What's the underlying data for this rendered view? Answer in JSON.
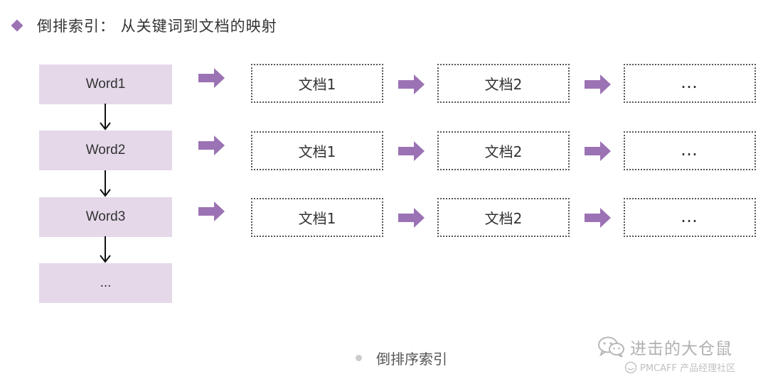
{
  "title": "倒排索引： 从关键词到文档的映射",
  "words": [
    "Word1",
    "Word2",
    "Word3",
    "..."
  ],
  "rows": [
    {
      "docs": [
        "文档1",
        "文档2",
        "…"
      ]
    },
    {
      "docs": [
        "文档1",
        "文档2",
        "…"
      ]
    },
    {
      "docs": [
        "文档1",
        "文档2",
        "…"
      ]
    }
  ],
  "caption": "倒排序索引",
  "watermark": {
    "account": "进击的大仓鼠",
    "sub": "PMCAFF 产品经理社区"
  },
  "colors": {
    "accent": "#9b72b4",
    "word_box": "#e4d8e9"
  }
}
